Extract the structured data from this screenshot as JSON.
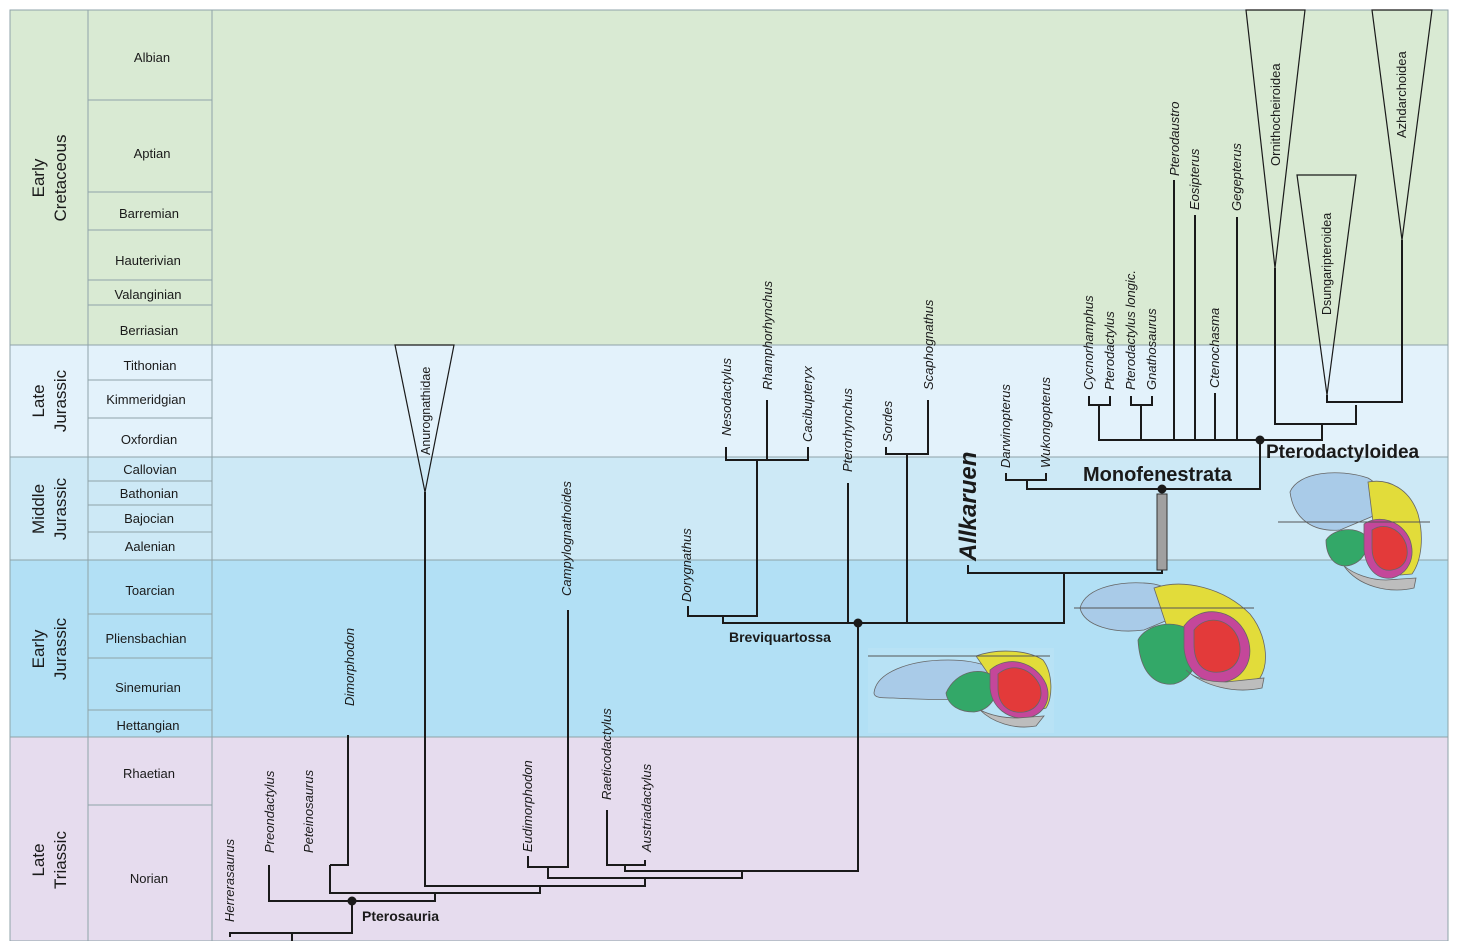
{
  "colors": {
    "early_cretaceous": "#d9ead3",
    "late_jurassic": "#e3f2fb",
    "middle_jurassic": "#cde9f6",
    "early_jurassic": "#b2e0f5",
    "late_triassic": "#e6dcee",
    "grid_line": "#9aa",
    "brain_blue": "#a9cbe8",
    "brain_yellow": "#e2dc3a",
    "brain_green": "#33a868",
    "brain_magenta": "#c4479a",
    "brain_red": "#e33a3a",
    "brain_grey": "#bdbdbd"
  },
  "eras": [
    {
      "id": "early-cretaceous",
      "line1": "Early",
      "line2": "Cretaceous"
    },
    {
      "id": "late-jurassic",
      "line1": "Late",
      "line2": "Jurassic"
    },
    {
      "id": "middle-jurassic",
      "line1": "Middle",
      "line2": "Jurassic"
    },
    {
      "id": "early-jurassic",
      "line1": "Early",
      "line2": "Jurassic"
    },
    {
      "id": "late-triassic",
      "line1": "Late",
      "line2": "Triassic"
    }
  ],
  "stages": [
    "Albian",
    "Aptian",
    "Barremian",
    "Hauterivian",
    "Valanginian",
    "Berriasian",
    "Tithonian",
    "Kimmeridgian",
    "Oxfordian",
    "Callovian",
    "Bathonian",
    "Bajocian",
    "Aalenian",
    "Toarcian",
    "Pliensbachian",
    "Sinemurian",
    "Hettangian",
    "Rhaetian",
    "Norian"
  ],
  "taxa": {
    "herrerasaurus": "Herrerasaurus",
    "preondactylus": "Preondactylus",
    "peteinosaurus": "Peteinosaurus",
    "dimorphodon": "Dimorphodon",
    "eudimorphodon": "Eudimorphodon",
    "campylognathoides": "Campylognathoides",
    "raeticodactylus": "Raeticodactylus",
    "austriadactylus": "Austriadactylus",
    "dorygnathus": "Dorygnathus",
    "nesodactylus": "Nesodactylus",
    "rhamphorhynchus": "Rhamphorhynchus",
    "cacibupteryx": "Cacibupteryx",
    "pterorhynchus": "Pterorhynchus",
    "sordes": "Sordes",
    "scaphognathus": "Scaphognathus",
    "allkaruen": "Allkaruen",
    "darwinopterus": "Darwinopterus",
    "wukongopterus": "Wukongopterus",
    "cycnorhamphus": "Cycnorhamphus",
    "pterodactylus": "Pterodactylus",
    "pterodactylus_longic": "Pterodactylus longic.",
    "gnathosaurus": "Gnathosaurus",
    "ctenochasma": "Ctenochasma",
    "pterodaustro": "Pterodaustro",
    "eosipterus": "Eosipterus",
    "gegepterus": "Gegepterus"
  },
  "groups": {
    "anurognathidae": "Anurognathidae",
    "ornithocheiroidea": "Ornithocheiroidea",
    "azhdarchoidea": "Azhdarchoidea",
    "dsungaripteroidea": "Dsungaripteroidea"
  },
  "clades": {
    "pterosauria": "Pterosauria",
    "breviquartossa": "Breviquartossa",
    "monofenestrata": "Monofenestrata",
    "pterodactyloidea": "Pterodactyloidea"
  }
}
